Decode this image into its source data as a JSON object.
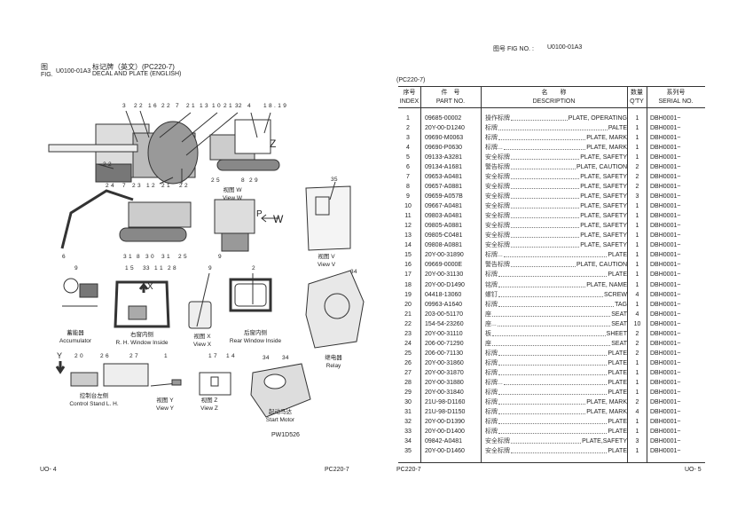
{
  "left_page": {
    "fig_label_cn": "图",
    "fig_label_en": "FIG.",
    "fig_no": "U0100-01A3",
    "title_cn": "标记牌（英文）(PC220-7)",
    "title_en": "DECAL AND PLATE (ENGLISH)",
    "callouts": [
      "3",
      "2 2",
      "1 6",
      "2 2",
      "7",
      "2 1",
      "1 3",
      "1 0",
      "2 1",
      "32",
      "4",
      "1 8 . 1 9",
      "Z",
      "2 2",
      "2 4",
      "7",
      "2 3",
      "1 2",
      "2 1",
      "2 2",
      "2 5",
      "8",
      "2 9",
      "6",
      "3 1",
      "8",
      "3 0",
      "3 1",
      "2 5",
      "9",
      "P",
      "W",
      "35",
      "9",
      "1 5",
      "33",
      "1 1",
      "2 8",
      "X",
      "9",
      "2",
      "34",
      "Y",
      "2 0",
      "2 6",
      "2 7",
      "1",
      "1 7",
      "1 4",
      "34",
      "34"
    ],
    "captions": [
      {
        "cn": "视图 W",
        "en": "View W"
      },
      {
        "cn": "视图 V",
        "en": "View V"
      },
      {
        "cn": "蓄能器",
        "en": "Accumulator"
      },
      {
        "cn": "右窗内侧",
        "en": "R. H. Window Inside"
      },
      {
        "cn": "视图 X",
        "en": "View X"
      },
      {
        "cn": "后窗内侧",
        "en": "Rear Window Inside"
      },
      {
        "cn": "继电器",
        "en": "Relay"
      },
      {
        "cn": "控制台左侧",
        "en": "Control Stand L. H."
      },
      {
        "cn": "视图 Y",
        "en": "View Y"
      },
      {
        "cn": "视图 Z",
        "en": "View Z"
      },
      {
        "cn": "起动马达",
        "en": "Start Motor"
      }
    ],
    "drawing_no": "PW1D526",
    "page_no": "UO- 4",
    "model": "PC220-7"
  },
  "right_page": {
    "fig_no_label": "图号  FIG NO.  :",
    "fig_no": "U0100-01A3",
    "model_header": "(PC220-7)",
    "columns": [
      {
        "cn": "序号",
        "en": "INDEX"
      },
      {
        "cn": "件　号",
        "en": "PART NO."
      },
      {
        "cn": "名　　称",
        "en": "DESCRIPTION"
      },
      {
        "cn": "数量",
        "en": "Q'TY"
      },
      {
        "cn": "系列号",
        "en": "SERIAL NO."
      }
    ],
    "rows": [
      [
        "1",
        "09685-00002",
        "操作标牌",
        "PLATE, OPERATING",
        "1",
        "DBH0001~"
      ],
      [
        "2",
        "20Y-00-D1240",
        "标牌",
        "PALTE",
        "1",
        "DBH0001~"
      ],
      [
        "3",
        "09690-M0063",
        "标牌",
        "PLATE, MARK",
        "1",
        "DBH0001~"
      ],
      [
        "4",
        "09690-P0630",
        "标牌...",
        "PLATE, MARK",
        "1",
        "DBH0001~"
      ],
      [
        "5",
        "09133-A3281",
        "安全标牌",
        "PLATE, SAFETY",
        "1",
        "DBH0001~"
      ],
      [
        "6",
        "09134-A1681",
        "警告标牌",
        "PLATE, CAUTION",
        "2",
        "DBH0001~"
      ],
      [
        "7",
        "09653-A0481",
        "安全标牌",
        "PLATE, SAFETY",
        "2",
        "DBH0001~"
      ],
      [
        "8",
        "09657-A0881",
        "安全标牌",
        "PLATE, SAFETY",
        "2",
        "DBH0001~"
      ],
      [
        "9",
        "09659-A057B",
        "安全标牌",
        "PLATE, SAFETY",
        "3",
        "DBH0001~"
      ],
      [
        "10",
        "09667-A0481",
        "安全标牌",
        "PLATE, SAFETY",
        "1",
        "DBH0001~"
      ],
      [
        "11",
        "09803-A0481",
        "安全标牌",
        "PLATE, SAFETY",
        "1",
        "DBH0001~"
      ],
      [
        "12",
        "09805-A0881",
        "安全标牌",
        "PLATE, SAFETY",
        "1",
        "DBH0001~"
      ],
      [
        "13",
        "09805-C0481",
        "安全标牌",
        "PLATE, SAFETY",
        "1",
        "DBH0001~"
      ],
      [
        "14",
        "09808-A0881",
        "安全标牌",
        "PLATE, SAFETY",
        "1",
        "DBH0001~"
      ],
      [
        "15",
        "20Y-00-31890",
        "标牌...",
        "PLATE",
        "1",
        "DBH0001~"
      ],
      [
        "16",
        "09669-0000E",
        "警告标牌",
        "PLATE, CAUTION",
        "1",
        "DBH0001~"
      ],
      [
        "17",
        "20Y-00-31130",
        "标牌",
        "PLATE",
        "1",
        "DBH0001~"
      ],
      [
        "18",
        "20Y-00-D1490",
        "铭牌",
        "PLATE, NAME",
        "1",
        "DBH0001~"
      ],
      [
        "19",
        "04418-13060",
        "螺钉",
        "SCREW",
        "4",
        "DBH0001~"
      ],
      [
        "20",
        "09963-A1640",
        "标牌",
        "TAG",
        "1",
        "DBH0001~"
      ],
      [
        "21",
        "203-00-51170",
        "座",
        "SEAT",
        "4",
        "DBH0001~"
      ],
      [
        "22",
        "154-54-23260",
        "座...",
        "SEAT",
        "10",
        "DBH0001~"
      ],
      [
        "23",
        "20Y-00-31110",
        "板",
        "SHEET",
        "2",
        "DBH0001~"
      ],
      [
        "24",
        "206-00-71290",
        "座",
        "SEAT",
        "2",
        "DBH0001~"
      ],
      [
        "25",
        "206-00-71130",
        "标牌",
        "PLATE",
        "2",
        "DBH0001~"
      ],
      [
        "26",
        "20Y-00-31860",
        "标牌",
        "PLATE",
        "1",
        "DBH0001~"
      ],
      [
        "27",
        "20Y-00-31870",
        "标牌",
        "PLATE",
        "1",
        "DBH0001~"
      ],
      [
        "28",
        "20Y-00-31880",
        "标牌...",
        "PLATE",
        "1",
        "DBH0001~"
      ],
      [
        "29",
        "20Y-00-31840",
        "标牌",
        "PLATE",
        "1",
        "DBH0001~"
      ],
      [
        "30",
        "21U-98-D1160",
        "标牌",
        "PLATE, MARK",
        "2",
        "DBH0001~"
      ],
      [
        "31",
        "21U-98-D1150",
        "标牌",
        "PLATE, MARK",
        "4",
        "DBH0001~"
      ],
      [
        "32",
        "20Y-00-D1390",
        "标牌",
        "PLATE",
        "1",
        "DBH0001~"
      ],
      [
        "33",
        "20Y-00-D1400",
        "标牌",
        "PLATE",
        "1",
        "DBH0001~"
      ],
      [
        "34",
        "09842-A0481",
        "安全标牌",
        "PLATE,SAFETY",
        "3",
        "DBH0001~"
      ],
      [
        "35",
        "20Y-00-D1460",
        "安全标牌",
        "PLATE",
        "1",
        "DBH0001~"
      ]
    ],
    "model": "PC220-7",
    "page_no": "UO- 5"
  }
}
